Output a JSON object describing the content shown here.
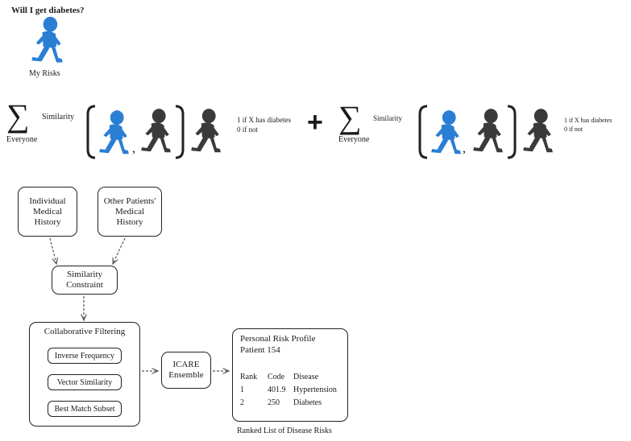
{
  "question": "Will I get diabetes?",
  "my_risks_label": "My Risks",
  "formula": {
    "sum_symbol": "∑",
    "sum_subscript": "Everyone",
    "similarity_label": "Similarity",
    "indicator_true": "1 if X has diabetes",
    "indicator_false": "0 if not",
    "comma": ",",
    "plus": "+"
  },
  "colors": {
    "self_person": "#2a7fd4",
    "other_person": "#3a3a3a"
  },
  "flow": {
    "individual_history": [
      "Individual",
      "Medical",
      "History"
    ],
    "other_history": [
      "Other Patients'",
      "Medical",
      "History"
    ],
    "similarity_constraint": [
      "Similarity",
      "Constraint"
    ],
    "collaborative_filtering": "Collaborative Filtering",
    "cf_methods": [
      "Inverse Frequency",
      "Vector Similarity",
      "Best Match Subset"
    ],
    "icare": [
      "ICARE",
      "Ensemble"
    ],
    "profile": {
      "title": "Personal Risk Profile",
      "patient": "Patient 154",
      "headers": [
        "Rank",
        "Code",
        "Disease"
      ],
      "rows": [
        [
          "1",
          "401.9",
          "Hypertension"
        ],
        [
          "2",
          "250",
          "Diabetes"
        ]
      ]
    },
    "caption": "Ranked List of Disease Risks"
  }
}
